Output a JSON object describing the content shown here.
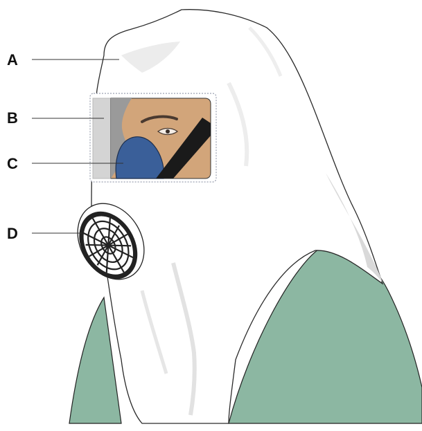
{
  "labels": [
    {
      "id": "A",
      "text": "A"
    },
    {
      "id": "B",
      "text": "B"
    },
    {
      "id": "C",
      "text": "C"
    },
    {
      "id": "D",
      "text": "D"
    }
  ],
  "colors": {
    "background": "#ffffff",
    "hood": "#ffffff",
    "hood_outline": "#2a2a2a",
    "hood_shadow": "#d9d9d9",
    "shoulders": "#8cb7a2",
    "skin": "#d2a57a",
    "mask": "#3a5f99",
    "strap": "#1a1a1a",
    "filter": "#222222",
    "visor_edge": "#c8c8c8"
  },
  "icons": {
    "figure": "hooded-respirator-illustration",
    "filter": "filter-cartridge-icon"
  }
}
